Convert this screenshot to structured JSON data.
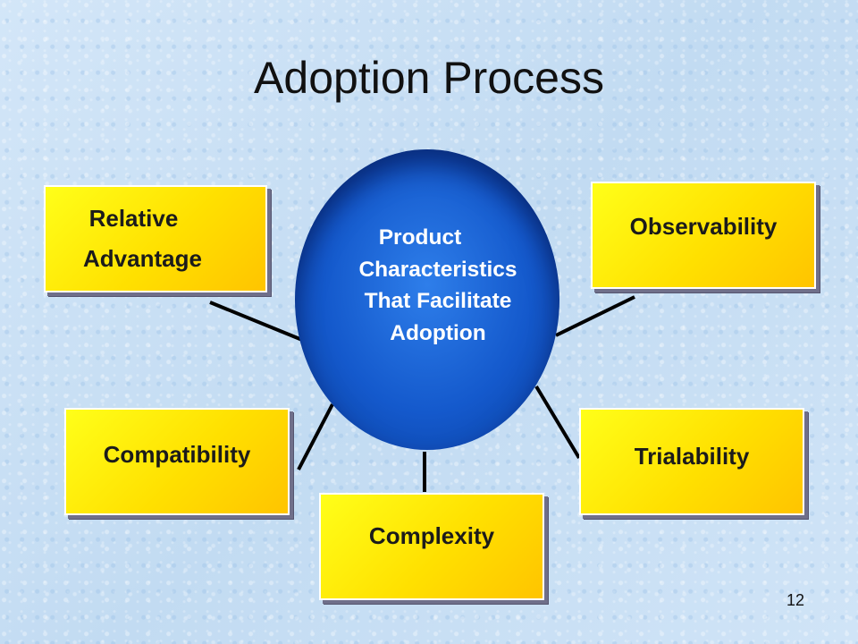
{
  "slide": {
    "title": "Adoption Process",
    "page_number": "12"
  },
  "center": {
    "line1": "Product",
    "line2": "Characteristics",
    "line3": "That Facilitate",
    "line4": "Adoption",
    "fill_color": "#1459cc"
  },
  "boxes": {
    "relative_advantage": {
      "line1": "Relative",
      "line2": "Advantage"
    },
    "observability": {
      "label": "Observability"
    },
    "compatibility": {
      "label": "Compatibility"
    },
    "trialability": {
      "label": "Trialability"
    },
    "complexity": {
      "label": "Complexity"
    },
    "fill_color": "#ffe000"
  }
}
